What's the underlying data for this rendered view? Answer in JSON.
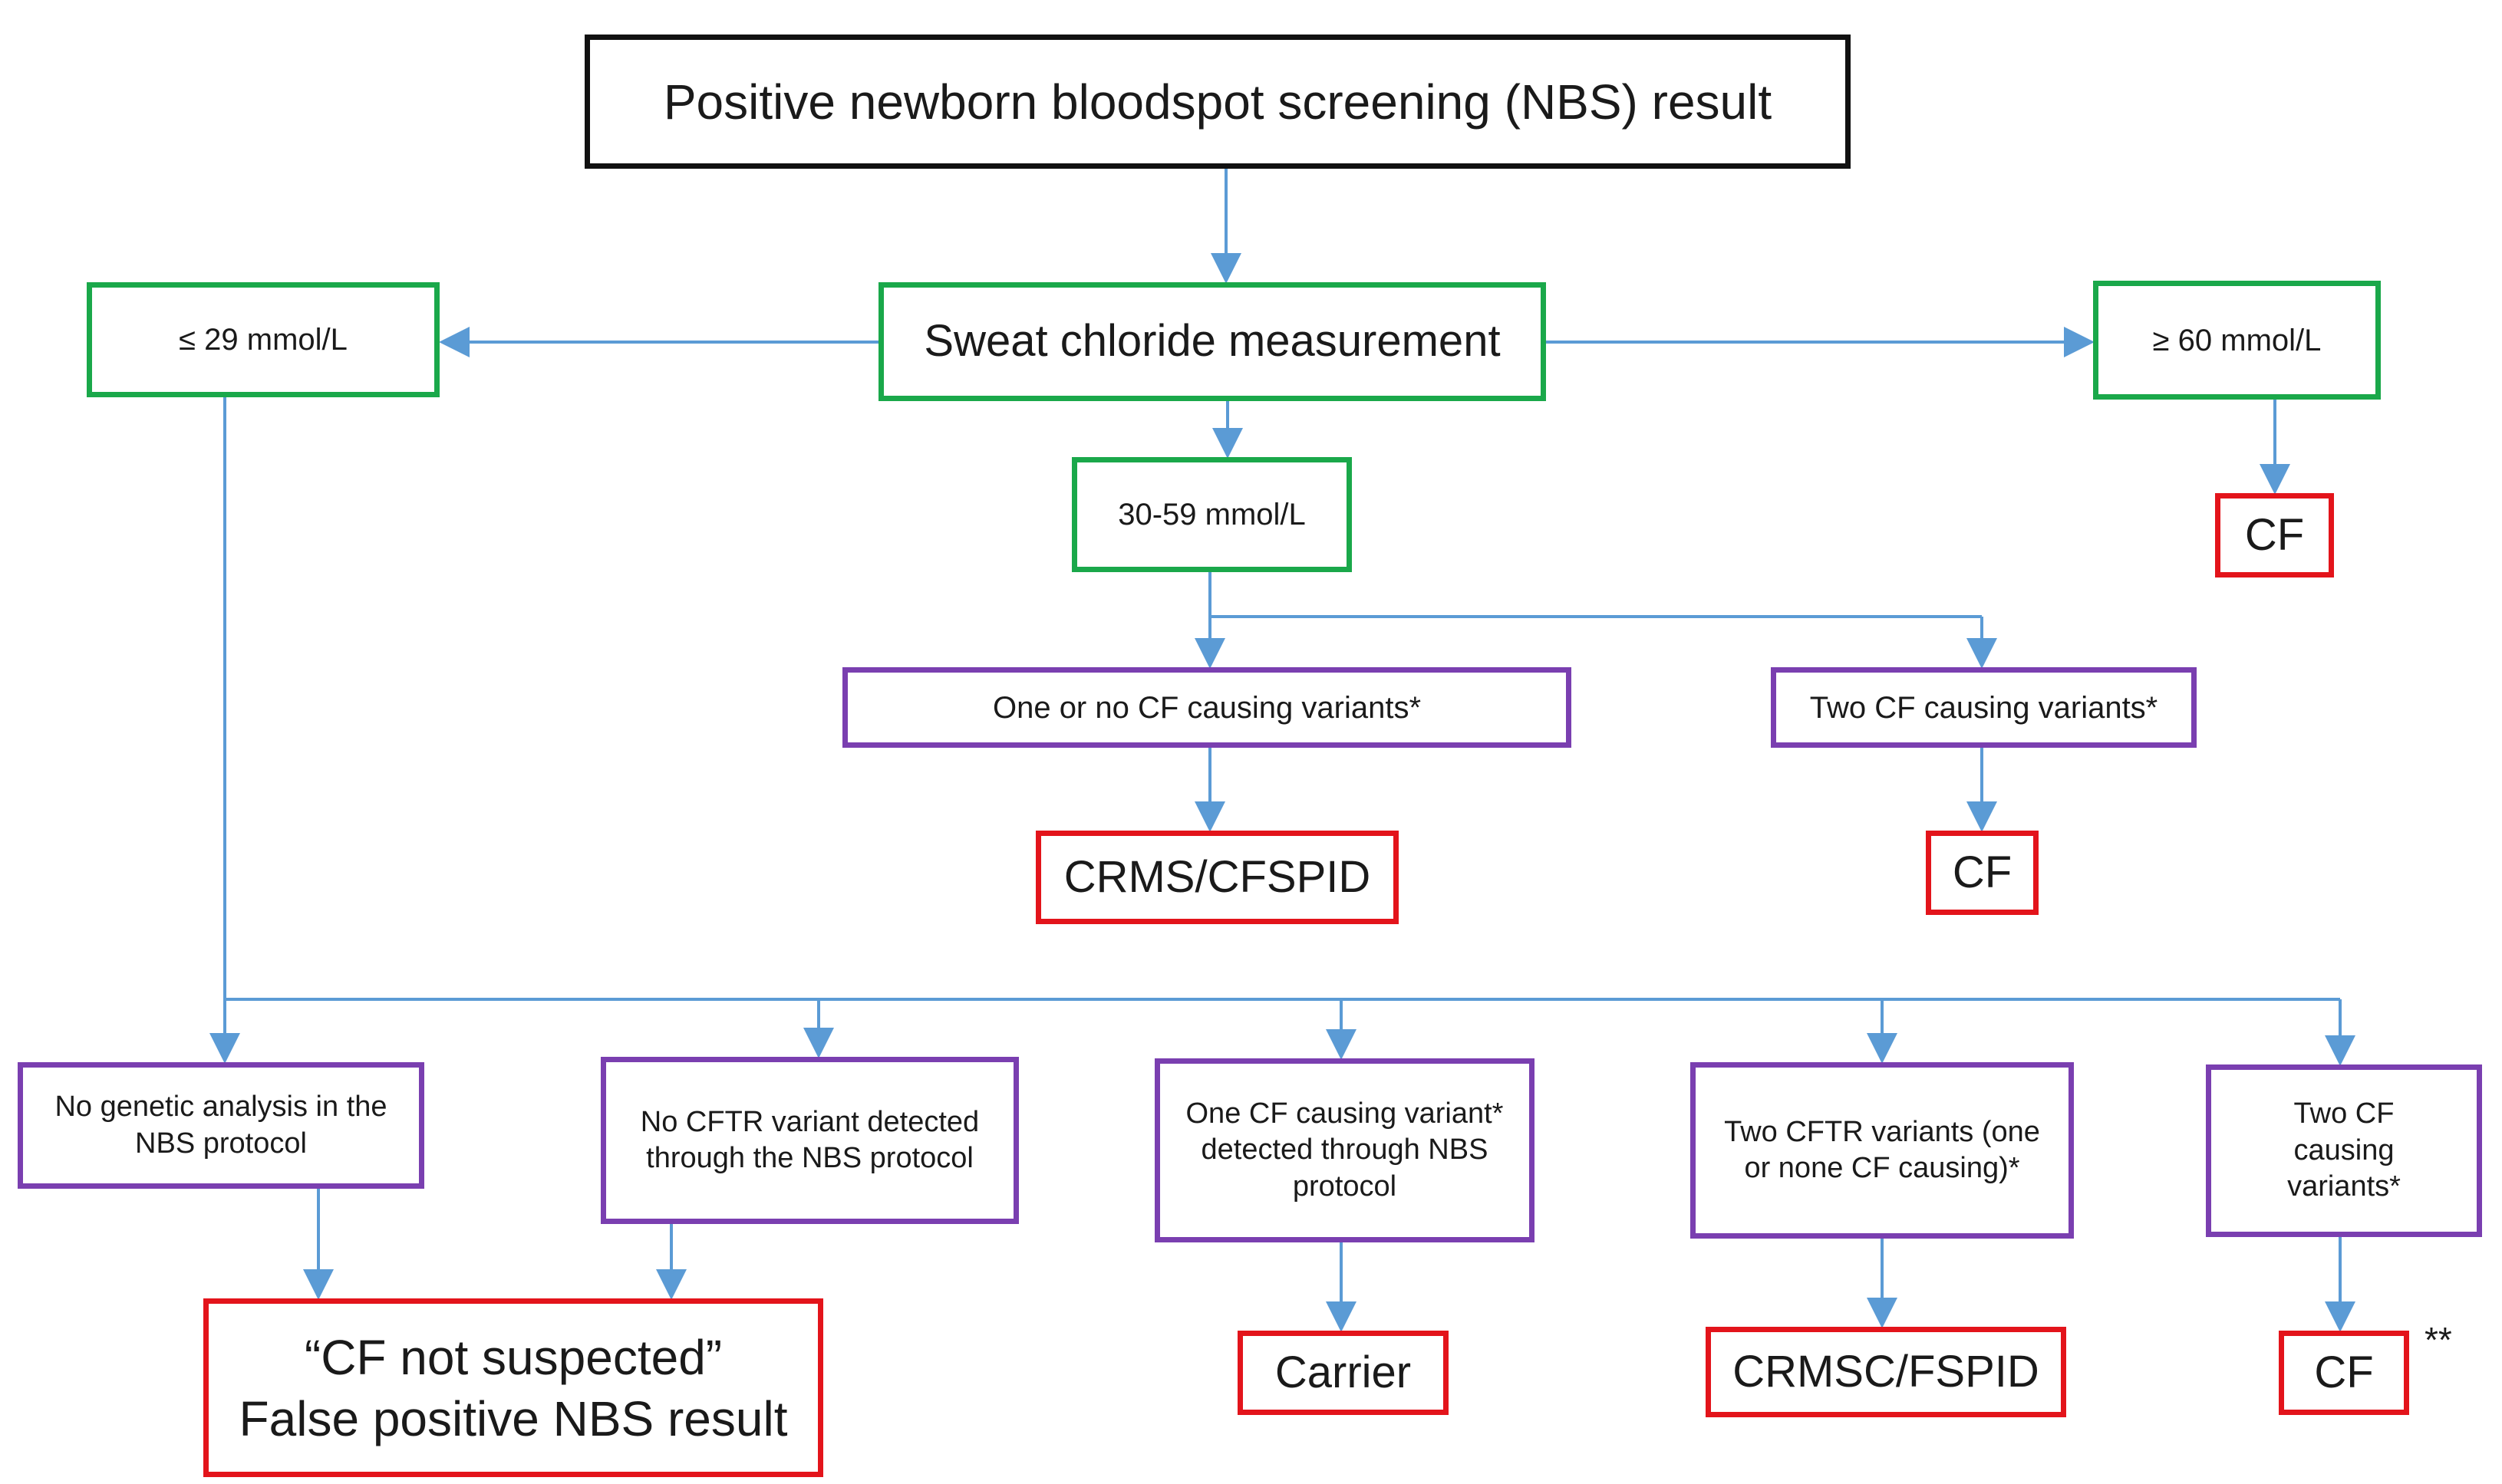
{
  "colors": {
    "connector": "#5b9bd5",
    "start_border": "#111111",
    "measure_border": "#1aa84a",
    "genetics_border": "#7a3fb0",
    "outcome_border": "#e3141b"
  },
  "start": {
    "label": "Positive newborn bloodspot screening (NBS) result"
  },
  "measurement": {
    "label": "Sweat chloride measurement",
    "low": "≤ 29 mmol/L",
    "mid": "30-59 mmol/L",
    "high": "≥ 60 mmol/L"
  },
  "mid_branch": {
    "one_or_none": "One or no CF causing variants*",
    "two": "Two CF causing variants*",
    "one_or_none_outcome": "CRMS/CFSPID",
    "two_outcome": "CF"
  },
  "high_branch": {
    "outcome": "CF"
  },
  "low_branch": {
    "no_genetic": "No genetic analysis in the NBS protocol",
    "no_variant": "No CFTR variant detected through the NBS protocol",
    "one_variant": "One CF causing variant* detected through NBS protocol",
    "two_cftr": "Two CFTR variants (one or none CF causing)*",
    "two_causing": "Two CF causing variants*",
    "false_positive_line1": "“CF not suspected”",
    "false_positive_line2": "False positive NBS result",
    "carrier": "Carrier",
    "crmsc": "CRMSC/FSPID",
    "cf": "CF",
    "cf_note": "**"
  }
}
